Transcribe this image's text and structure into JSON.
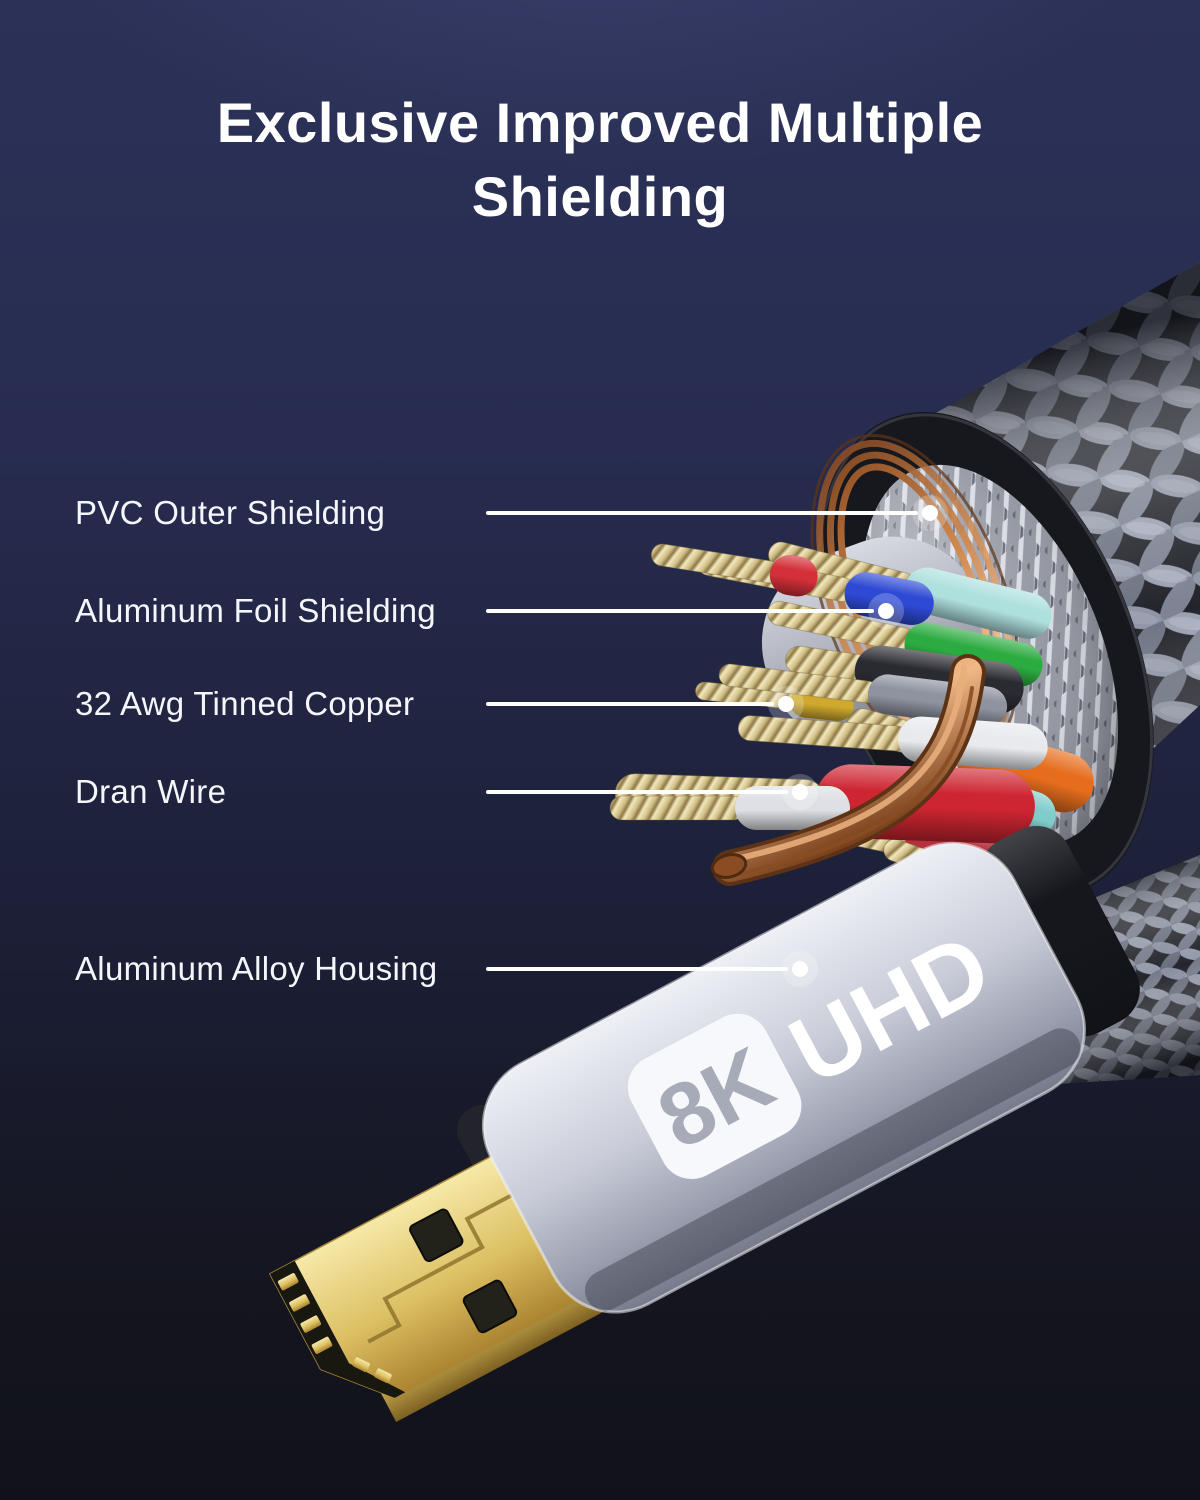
{
  "title": {
    "line1": "Exclusive Improved Multiple",
    "line2": "Shielding"
  },
  "callouts": [
    {
      "label": "PVC Outer Shielding"
    },
    {
      "label": "Aluminum Foil Shielding"
    },
    {
      "label": "32 Awg Tinned Copper"
    },
    {
      "label": "Dran Wire"
    },
    {
      "label": "Aluminum Alloy Housing"
    }
  ],
  "connector": {
    "badge": "8K",
    "badge_suffix": "UHD"
  },
  "colors": {
    "background_top": "#2c3158",
    "background_bottom": "#111219",
    "text": "#ffffff",
    "braid_gray": "#8b8f99",
    "shield_silver": "#d4d7df",
    "copper": "#c27a44",
    "housing_silver": "#c3c6d2",
    "gold": "#dcbf62",
    "wire_red": "#cd2531",
    "wire_blue": "#2e49d4",
    "wire_green": "#2cab40",
    "wire_orange": "#e66d1d",
    "wire_teal": "#8fd6d4",
    "wire_yellow": "#cfa92e"
  }
}
